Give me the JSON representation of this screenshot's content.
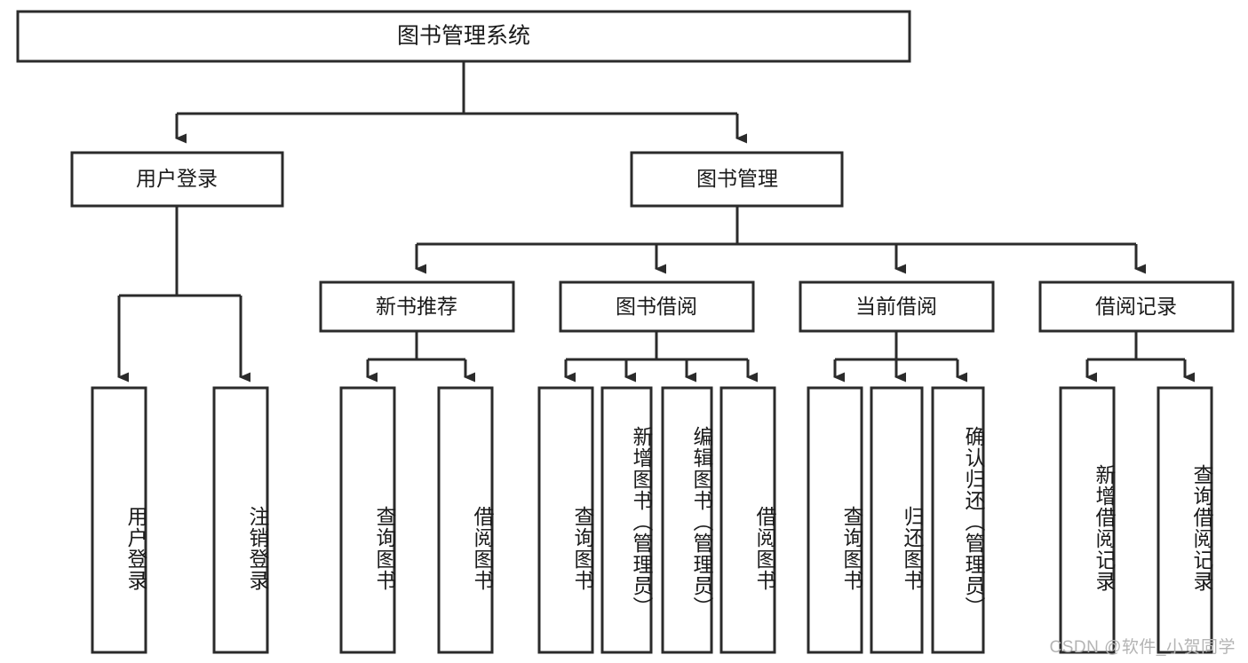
{
  "diagram": {
    "type": "hierarchy-tree",
    "title": "图书管理系统",
    "orientation": "top-down",
    "watermark": "CSDN @软件_小贺同学",
    "root": {
      "label": "图书管理系统"
    },
    "level2": [
      {
        "label": "用户登录"
      },
      {
        "label": "图书管理"
      }
    ],
    "level3": [
      {
        "label": "新书推荐"
      },
      {
        "label": "图书借阅"
      },
      {
        "label": "当前借阅"
      },
      {
        "label": "借阅记录"
      }
    ],
    "leaves": {
      "user_login": [
        {
          "label": "用户登录"
        },
        {
          "label": "注销登录"
        }
      ],
      "new_book_recommend": [
        {
          "label": "查询图书"
        },
        {
          "label": "借阅图书"
        }
      ],
      "book_borrow": [
        {
          "label": "查询图书"
        },
        {
          "label": "新增图书（管理员）"
        },
        {
          "label": "编辑图书（管理员）"
        },
        {
          "label": "借阅图书"
        }
      ],
      "current_borrow": [
        {
          "label": "查询图书"
        },
        {
          "label": "归还图书"
        },
        {
          "label": "确认归还（管理员）"
        }
      ],
      "borrow_record": [
        {
          "label": "新增借阅记录"
        },
        {
          "label": "查询借阅记录"
        }
      ]
    },
    "colors": {
      "box_border": "#2b2b2b",
      "box_fill": "#ffffff",
      "connector": "#2b2b2b",
      "text": "#1a1a1a",
      "watermark": "#b4b4b4",
      "background": "#ffffff"
    }
  }
}
